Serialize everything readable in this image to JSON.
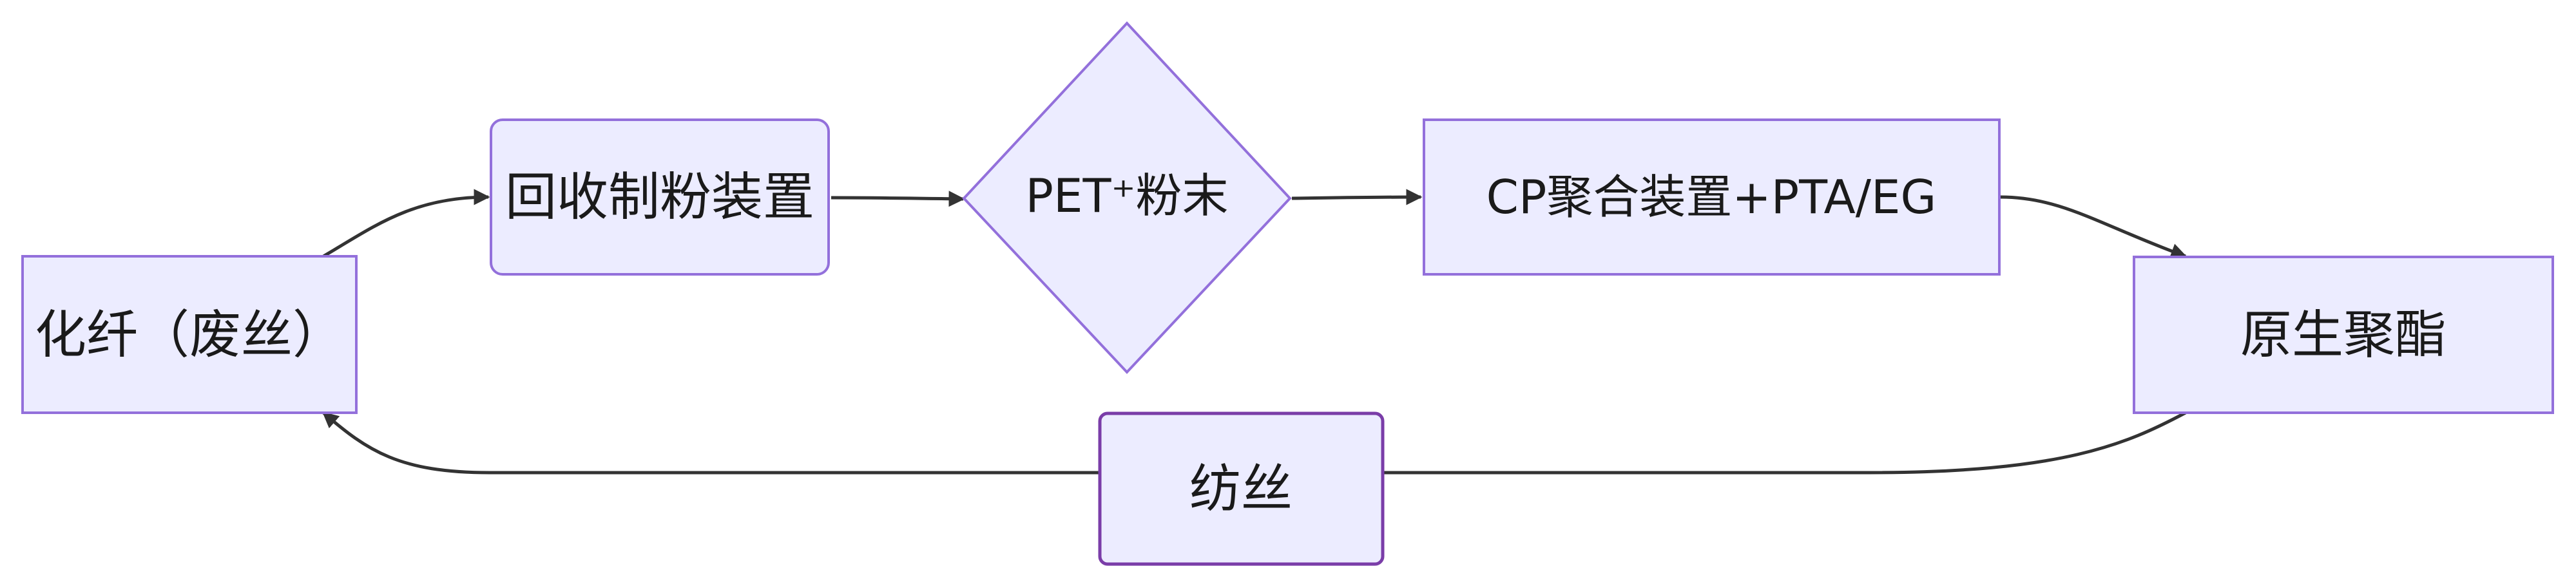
{
  "diagram": {
    "nodes": {
      "fiber_waste": "化纤（废丝）",
      "recycle_powder": "回收制粉装置",
      "pet_powder": "PET⁺粉末",
      "cp_polymer": "CP聚合装置+PTA/EG",
      "virgin_polyester": "原生聚酯",
      "spinning": "纺丝"
    },
    "colors": {
      "node_fill": "#ECECFF",
      "node_border": "#9370DB",
      "edge": "#333333",
      "text": "#1a1a1a"
    }
  }
}
